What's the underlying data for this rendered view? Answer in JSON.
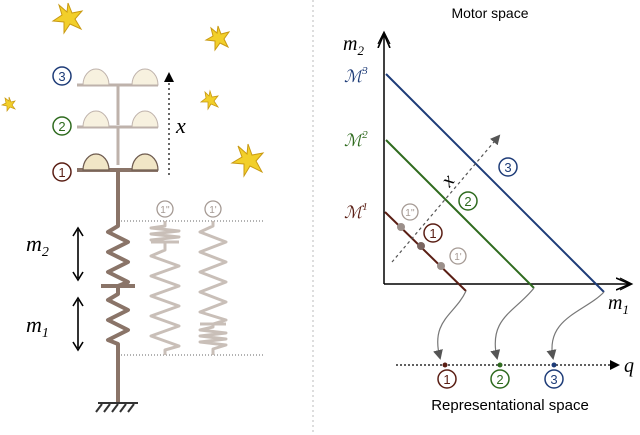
{
  "right_panel": {
    "title": "Motor space",
    "bottom_caption": "Representational space",
    "y_axis_label": {
      "base": "m",
      "sub": "2"
    },
    "x_axis_label": {
      "base": "m",
      "sub": "1"
    },
    "q_axis_label": "q",
    "diagonal_axis_label": "x",
    "manifolds": [
      {
        "base": "ℳ",
        "sup": "1",
        "color": "#5a1e14"
      },
      {
        "base": "ℳ",
        "sup": "2",
        "color": "#2f6b1f"
      },
      {
        "base": "ℳ",
        "sup": "3",
        "color": "#1e3c78"
      }
    ],
    "points": {
      "p1": "1",
      "p2": "2",
      "p3": "3",
      "p1_prime": "1'",
      "p1_double_prime": "1''"
    },
    "q_markers": [
      "1",
      "2",
      "3"
    ]
  },
  "left_panel": {
    "position_label": "x",
    "spring_labels": [
      {
        "base": "m",
        "sub": "2"
      },
      {
        "base": "m",
        "sub": "1"
      }
    ],
    "levels": [
      "3",
      "2",
      "1"
    ],
    "alt_config_labels": [
      "1''",
      "1'"
    ]
  },
  "colors": {
    "m1": "#5a1e14",
    "m2": "#2f6b1f",
    "m3": "#1e3c78",
    "spring_dark": "#8a7468",
    "spring_light": "#c9bfb8",
    "star": "#f2cf2a",
    "star_stroke": "#c99a12",
    "bulb": "#f1e6c6"
  }
}
